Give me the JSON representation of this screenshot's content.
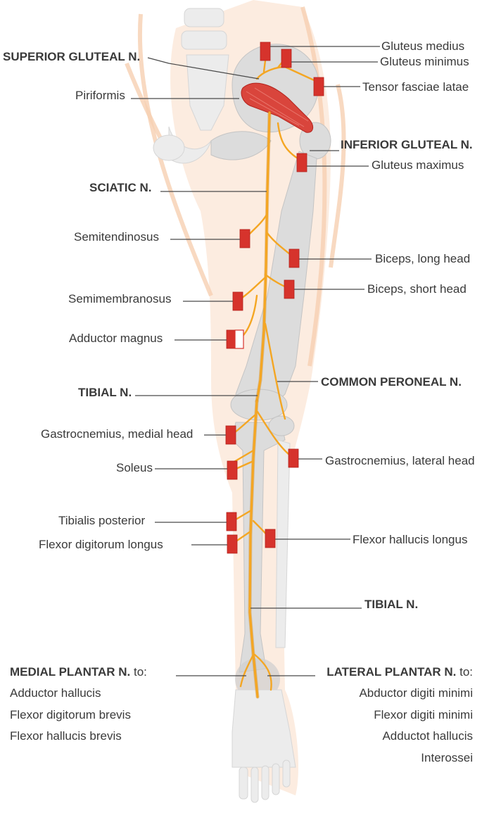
{
  "nerve_labels": {
    "superior_gluteal": "SUPERIOR GLUTEAL N.",
    "inferior_gluteal": "INFERIOR GLUTEAL N.",
    "sciatic": "SCIATIC N.",
    "tibial_upper": "TIBIAL N.",
    "common_peroneal": "COMMON PERONEAL N.",
    "tibial_lower": "TIBIAL N."
  },
  "muscle_labels": {
    "gluteus_medius": "Gluteus medius",
    "gluteus_minimus": "Gluteus minimus",
    "tensor_fasciae_latae": "Tensor fasciae latae",
    "piriformis": "Piriformis",
    "gluteus_maximus": "Gluteus maximus",
    "semitendinosus": "Semitendinosus",
    "biceps_long_head": "Biceps, long head",
    "biceps_short_head": "Biceps, short head",
    "semimembranosus": "Semimembranosus",
    "adductor_magnus": "Adductor magnus",
    "gastrocnemius_medial": "Gastrocnemius, medial head",
    "soleus": "Soleus",
    "gastrocnemius_lateral": "Gastrocnemius, lateral head",
    "tibialis_posterior": "Tibialis posterior",
    "flexor_digitorum_longus": "Flexor digitorum longus",
    "flexor_hallucis_longus": "Flexor hallucis longus"
  },
  "medial_plantar": {
    "title": "MEDIAL PLANTAR N.",
    "suffix": " to:",
    "muscles": [
      "Adductor hallucis",
      "Flexor digitorum brevis",
      "Flexor hallucis brevis"
    ]
  },
  "lateral_plantar": {
    "title": "LATERAL PLANTAR N.",
    "suffix": " to:",
    "muscles": [
      "Abductor digiti minimi",
      "Flexor digiti minimi",
      "Adductot hallucis",
      "Interossei"
    ]
  },
  "colors": {
    "nerve": "#f4a623",
    "marker": "#d6332c",
    "bone": "#dcdcdc",
    "skin": "#fbe6d6",
    "text": "#3a3a3a"
  }
}
